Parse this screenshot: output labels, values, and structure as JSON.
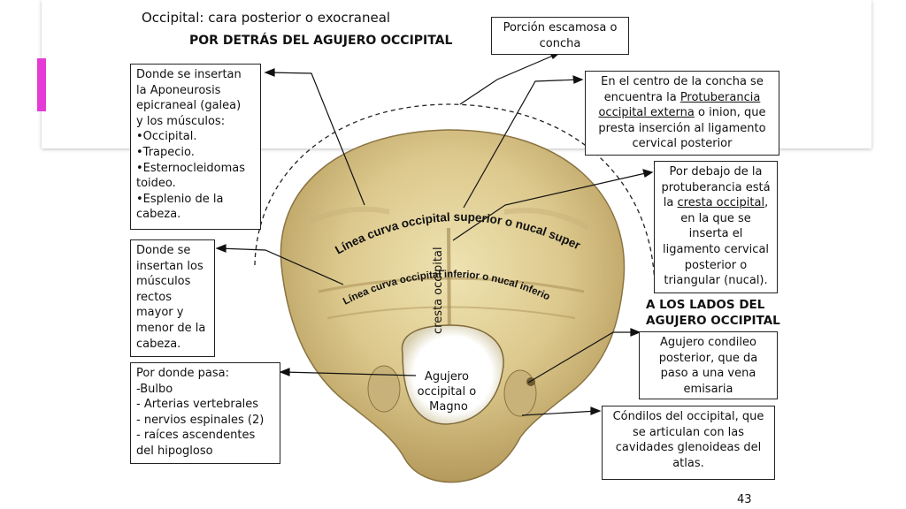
{
  "slide": {
    "title": "Occipital: cara posterior o exocraneal",
    "subtitle": "POR DETRÁS DEL AGUJERO OCCIPITAL",
    "page_number": "43",
    "accent_color": "#e53bd6"
  },
  "notes": {
    "concha": [
      "Porción escamosa o",
      "concha"
    ],
    "insertions_galea": [
      "Donde se insertan",
      "la Aponeurosis",
      "epicraneal (galea)",
      "y los músculos:",
      "•Occipital.",
      "•Trapecio.",
      "•Esternocleidomas",
      "toideo.",
      "•Esplenio de la",
      "cabeza."
    ],
    "protuberancia": {
      "pre": "En el centro de la concha se encuentra la ",
      "term": "Protuberancia occipital externa",
      "post": " o inion, que presta inserción al ligamento cervical posterior"
    },
    "cresta": {
      "pre": "Por debajo de la protuberancia está la ",
      "term": "cresta occipital",
      "post": ", en la que se inserta el ligamento cervical posterior o triangular (nucal)."
    },
    "rectos": [
      "Donde se",
      "insertan los",
      "músculos",
      "rectos",
      "mayor y",
      "menor de la",
      "cabeza."
    ],
    "foramen_passes": [
      "Por donde pasa:",
      "-Bulbo",
      "- Arterias vertebrales",
      "- nervios espinales (2)",
      "- raíces ascendentes",
      "del hipogloso"
    ],
    "side_heading": [
      "A LOS LADOS DEL",
      "AGUJERO OCCIPITAL"
    ],
    "condylar_canal": [
      "Agujero condileo",
      "posterior, que da",
      "paso a una vena",
      "emisaria"
    ],
    "condyles": [
      "Cóndilos del occipital, que",
      "se articulan con las",
      "cavidades glenoideas del",
      "atlas."
    ]
  },
  "bone_labels": {
    "superior_line": "Línea curva occipital superior o nucal superior",
    "inferior_line": "Línea curva occipital inferior o nucal inferior",
    "crest_label": "cresta occipital",
    "foramen": [
      "Agujero",
      "occipital o",
      "Magno"
    ]
  }
}
